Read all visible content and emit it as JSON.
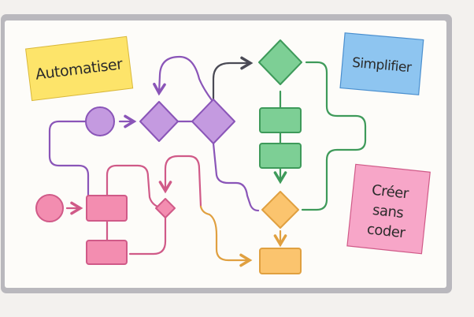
{
  "notes": {
    "automate": {
      "label": "Automatiser",
      "color": "#fde46a"
    },
    "simplify": {
      "label": "Simplifier",
      "color": "#8ec5f0"
    },
    "create": {
      "lines": [
        "Créer",
        "sans",
        "coder"
      ],
      "color": "#f7a6c8"
    }
  },
  "colors": {
    "purple": "#8a55b8",
    "green": "#3e9a5a",
    "orange": "#e0a040",
    "pink": "#d05a88",
    "connector_dark": "#4a4a55"
  }
}
